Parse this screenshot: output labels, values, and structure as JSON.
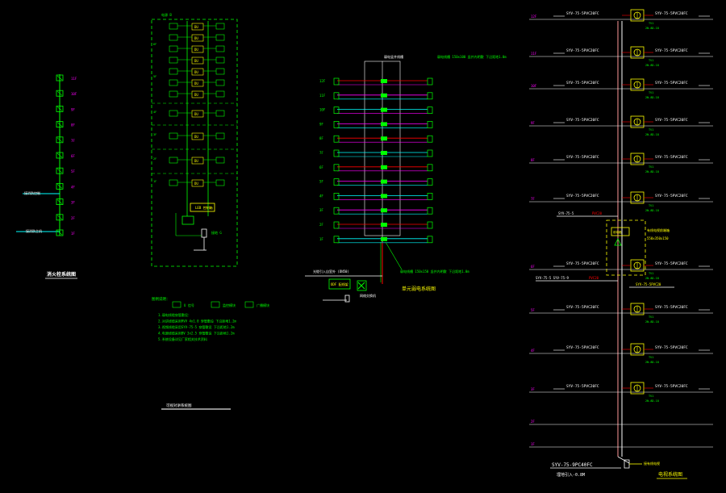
{
  "colors": {
    "background": "#000000",
    "green": "#00ff00",
    "yellow": "#ffff00",
    "magenta": "#ff00ff",
    "cyan": "#00ffff",
    "red": "#ff0000",
    "white": "#ffffff",
    "gray": "#bbbbbb"
  },
  "diagram1": {
    "title": "消火栓系统图",
    "floor_labels": [
      "1F",
      "2F",
      "3F",
      "4F",
      "5F",
      "6F",
      "7F",
      "8F",
      "9F",
      "10F",
      "11F"
    ],
    "feed_label_1": "接消防控制",
    "feed_label_2": "接消防主机"
  },
  "diagram2": {
    "top_label": "电源 B",
    "floor_marks": [
      "6F",
      "5F",
      "4F",
      "3F",
      "2F",
      "1F"
    ],
    "panel_label": "LEB 控制箱",
    "ground_label": "接地 G",
    "legend_title": "图例说明：",
    "legend_symbol_1": "U 信号",
    "legend_symbol_2": "监控模块",
    "legend_symbol_3": "广播模块",
    "legend_notes": [
      "1.弱电线缆穿管敷设：",
      "2.对讲线缆采用RVV 4x1.0 穿管敷设 下沿距地1.2m",
      "3.视频线缆采用SYV-75-5 穿管敷设 下沿距地1.2m",
      "4.电源线缆采用BV 3x2.5 穿管敷设 下沿距地1.2m",
      "5.系统设备详见厂家相关技术资料"
    ],
    "title": "可视对讲系统图"
  },
  "diagram3": {
    "top_label": "弱电竖井线槽",
    "tray_note": "弱电线槽 150x100 竖井内明敷 下沿距地1.0m",
    "floor_marks": [
      "12F",
      "11F",
      "10F",
      "9F",
      "8F",
      "7F",
      "6F",
      "5F",
      "4F",
      "3F",
      "2F",
      "1F"
    ],
    "incoming_label": "光缆引入自室外 (DN50)",
    "bottom_note": "弱电线槽 150x150 竖井内明敷 下沿距地1.0m",
    "equipment_label": "ODF 配线架",
    "equipment_label_2": "网络交换机",
    "title": "单元弱电系统图"
  },
  "diagram4": {
    "cable_left": "SYV-75-5PVC20FC",
    "cable_right": "SYV-75-5PVC20FC",
    "device_code": "TV1",
    "device_size": "2N-8D-18",
    "floor_labels": [
      "12F",
      "11F",
      "10F",
      "9F",
      "8F",
      "7F",
      "6F",
      "5F",
      "4F",
      "3F",
      "2F",
      "1F"
    ],
    "branch_label": "SYV-75-5",
    "branch_value": "PVC20",
    "amp_box_label": "有线电视前端箱",
    "amp_box_size": "550x350x150",
    "amp_box_side_label": "前端箱",
    "trunk_label": "SYV-75-5 SYV-75-9",
    "trunk_value": "PVC20",
    "branch_right_label": "SYV-75-5PVC20",
    "bottom_cable": "SYV-75-9PC40FC",
    "bottom_note": "埋地引入-0.8M",
    "bottom_side_label": "接有线电视",
    "title": "电视系统图"
  }
}
